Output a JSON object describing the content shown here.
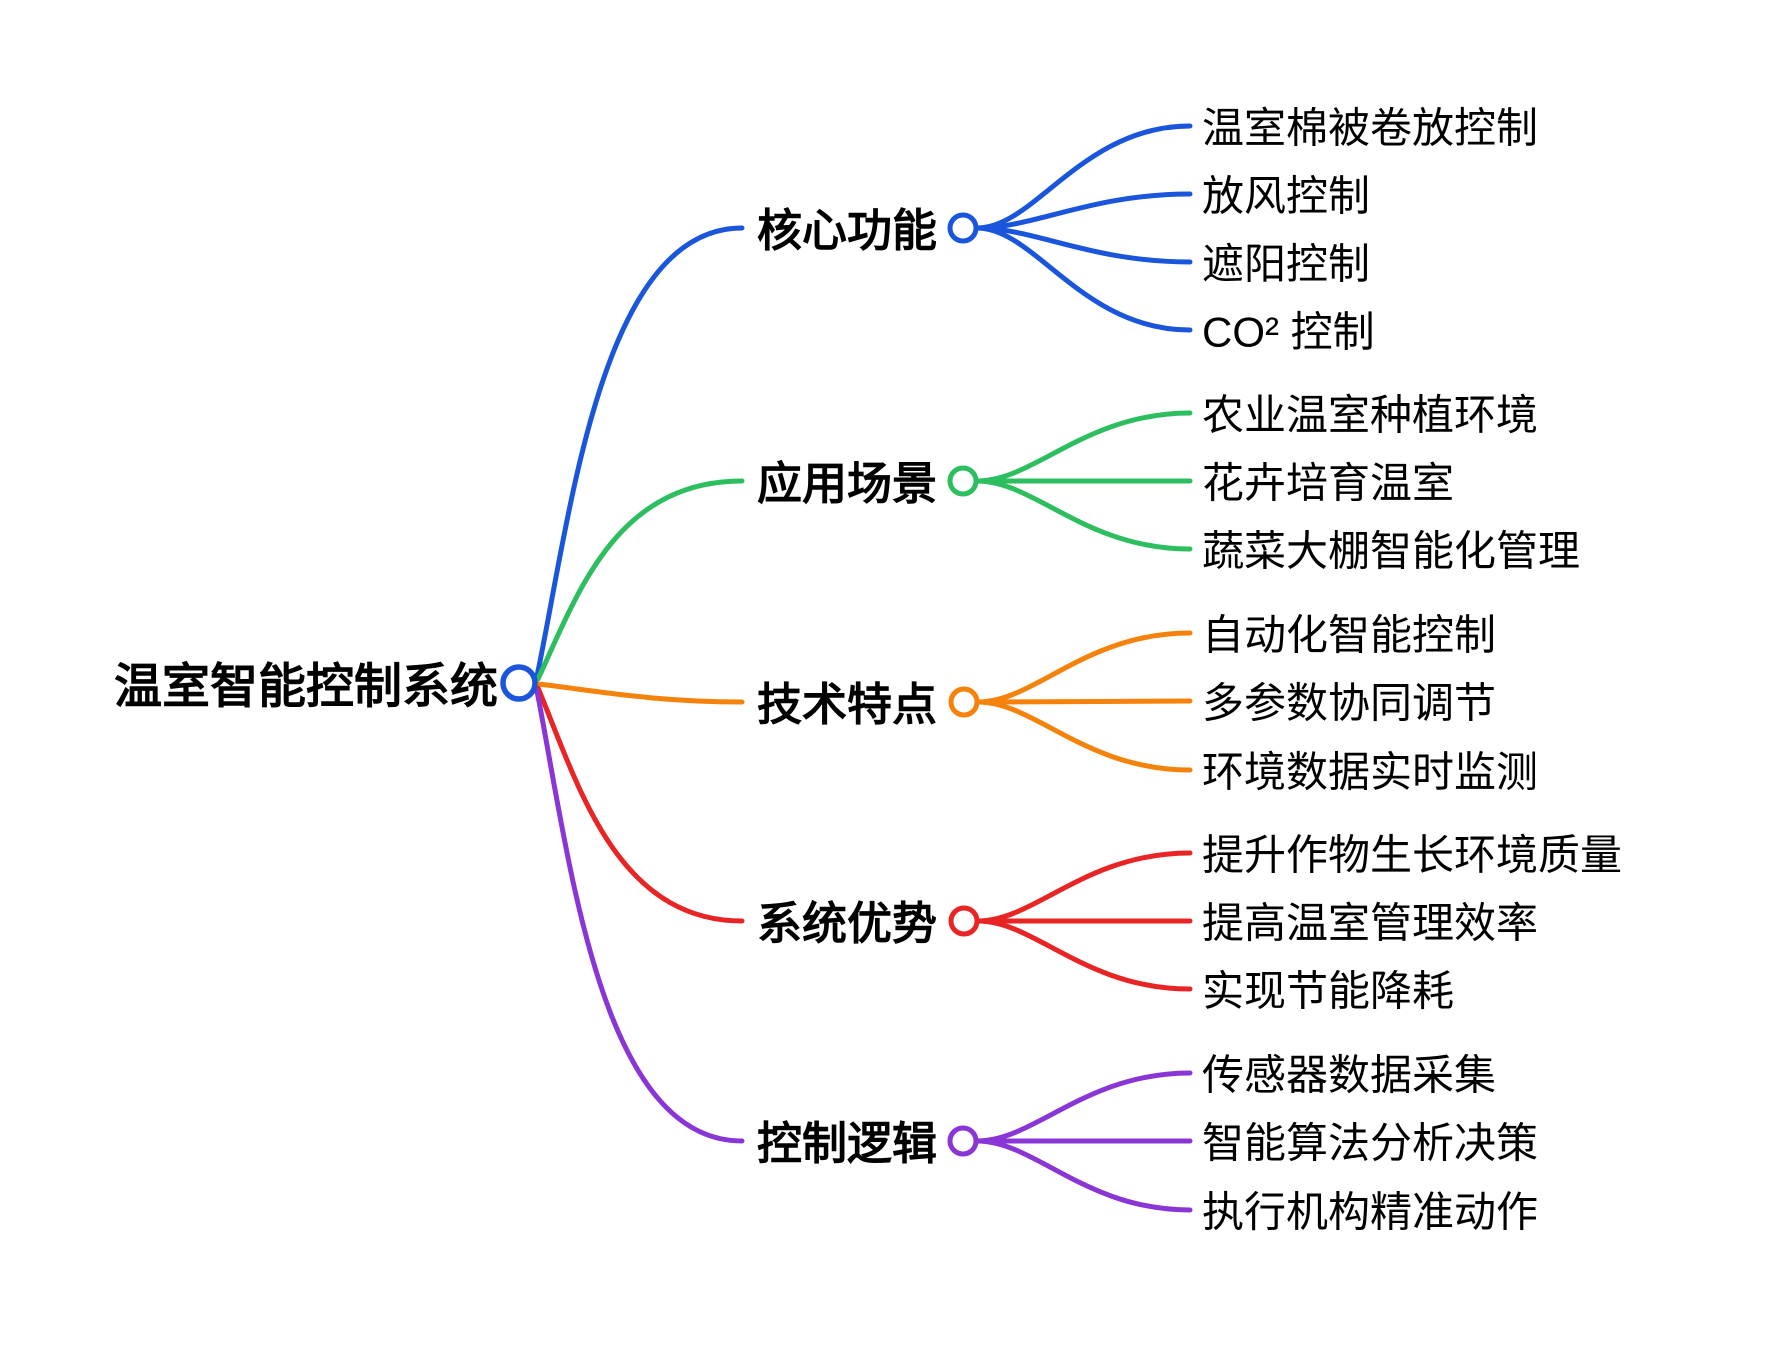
{
  "root": {
    "label": "温室智能控制系统",
    "color": "#1a56db"
  },
  "branches": [
    {
      "label": "核心功能",
      "color": "#1a56db",
      "children": [
        "温室棉被卷放控制",
        "放风控制",
        "遮阳控制",
        "CO² 控制"
      ]
    },
    {
      "label": "应用场景",
      "color": "#2dbe5f",
      "children": [
        "农业温室种植环境",
        "花卉培育温室",
        "蔬菜大棚智能化管理"
      ]
    },
    {
      "label": "技术特点",
      "color": "#f5820a",
      "children": [
        "自动化智能控制",
        "多参数协同调节",
        "环境数据实时监测"
      ]
    },
    {
      "label": "系统优势",
      "color": "#e82424",
      "children": [
        "提升作物生长环境质量",
        "提高温室管理效率",
        "实现节能降耗"
      ]
    },
    {
      "label": "控制逻辑",
      "color": "#8a35d6",
      "children": [
        "传感器数据采集",
        "智能算法分析决策",
        "执行机构精准动作"
      ]
    }
  ]
}
